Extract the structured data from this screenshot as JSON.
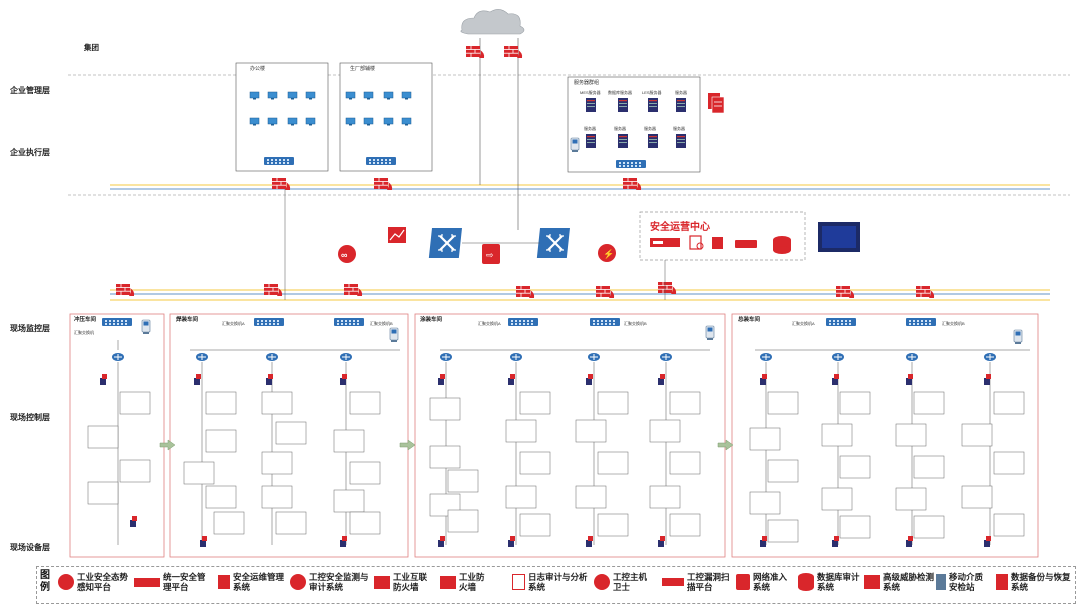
{
  "top": {
    "group": "集团"
  },
  "layers": {
    "enterprise_mgmt": "企业管理层",
    "enterprise_exec": "企业执行层",
    "site_monitor": "现场监控层",
    "site_control": "现场控制层",
    "site_device": "现场设备层"
  },
  "zones": {
    "office": "办公楼",
    "plant": "生厂部辅楼",
    "server_group": "服务器群组",
    "servers_row1": [
      "MES服务器",
      "数据库服务器",
      "LES服务器",
      "服务器"
    ],
    "servers_row2": [
      "服务器",
      "服务器",
      "服务器",
      "服务器"
    ]
  },
  "soc": {
    "title": "安全运营中心"
  },
  "workshops": [
    {
      "title": "冲压车间",
      "switch": "汇聚交换机"
    },
    {
      "title": "焊装车间",
      "switch_a": "汇聚交换机A",
      "switch_b": "汇聚交换机B"
    },
    {
      "title": "涂装车间",
      "switch_a": "汇聚交换机A",
      "switch_b": "汇聚交换机B"
    },
    {
      "title": "总装车间",
      "switch_a": "汇聚交换机A",
      "switch_b": "汇聚交换机B"
    }
  ],
  "legend": {
    "title": "图例",
    "items": [
      {
        "label": "工业安全态势感知平台",
        "icon": "situational-awareness-icon"
      },
      {
        "label": "统一安全管理平台",
        "icon": "management-platform-icon"
      },
      {
        "label": "安全运维管理系统",
        "icon": "ops-management-icon"
      },
      {
        "label": "工控安全监测与审计系统",
        "icon": "monitor-audit-icon"
      },
      {
        "label": "工业互联防火墙",
        "icon": "internet-firewall-icon"
      },
      {
        "label": "工业防火墙",
        "icon": "industrial-firewall-icon"
      },
      {
        "label": "日志审计与分析系统",
        "icon": "log-audit-icon"
      },
      {
        "label": "工控主机卫士",
        "icon": "host-guard-icon"
      },
      {
        "label": "工控漏洞扫描平台",
        "icon": "vuln-scan-icon"
      },
      {
        "label": "网络准入系统",
        "icon": "network-access-icon"
      },
      {
        "label": "数据库审计系统",
        "icon": "db-audit-icon"
      },
      {
        "label": "高级威胁检测系统",
        "icon": "threat-detect-icon"
      },
      {
        "label": "移动介质安检站",
        "icon": "media-kiosk-icon"
      },
      {
        "label": "数据备份与恢复系统",
        "icon": "backup-icon"
      }
    ]
  },
  "colors": {
    "red": "#d9262b",
    "blue": "#2f6fb5",
    "line": "#555555",
    "dash": "#888888",
    "yellow": "#f5c842"
  }
}
